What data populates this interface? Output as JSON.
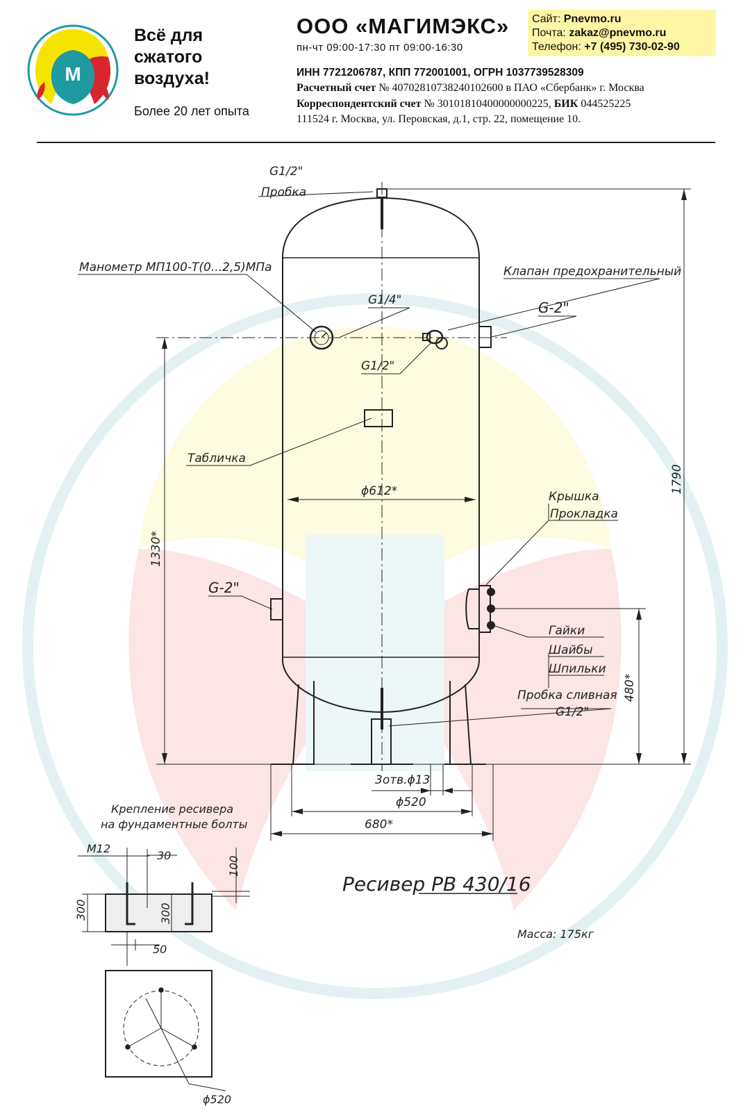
{
  "header": {
    "slogan_line1": "Всё для",
    "slogan_line2": "сжатого",
    "slogan_line3": "воздуха!",
    "experience": "Более 20 лет опыта",
    "company": "ООО «МАГИМЭКС»",
    "hours": "пн-чт 09:00-17:30 пт 09:00-16:30",
    "logo_letter": "М",
    "contact": {
      "site_label": "Сайт:",
      "site_value": "Pnevmo.ru",
      "mail_label": "Почта:",
      "mail_value": "zakaz@pnevmo.ru",
      "phone_label": "Телефон:",
      "phone_value": "+7 (495) 730-02-90"
    },
    "requisites": {
      "line1": "ИНН 7721206787, КПП 772001001, ОГРН 1037739528309",
      "account_label": "Расчетный счет",
      "account_value": "№ 40702810738240102600 в ПАО «Сбербанк» г. Москва",
      "corr_label": "Корреспондентский счет",
      "corr_value": "№ 30101810400000000225,",
      "bik_label": "БИК",
      "bik_value": "044525225",
      "address": "111524 г. Москва, ул. Перовская, д.1, стр. 22, помещение 10."
    }
  },
  "colors": {
    "logo_yellow": "#f5e400",
    "logo_red": "#d9262e",
    "logo_teal": "#1f9aa0",
    "contact_highlight": "#fdf6a6"
  },
  "drawing": {
    "labels": {
      "plug_top_thread": "G1/2\"",
      "plug_top": "Пробка",
      "manometer": "Манометр МП100-Т(0...2,5)МПа",
      "safety_valve": "Клапан предохранительный",
      "thread_g14": "G1/4\"",
      "thread_g2_right": "G-2\"",
      "thread_g12_valve": "G1/2\"",
      "plate": "Табличка",
      "diameter_612": "ϕ612*",
      "cover": "Крышка",
      "gasket": "Прокладка",
      "thread_g2_left": "G-2\"",
      "nuts": "Гайки",
      "washers": "Шайбы",
      "studs": "Шпильки",
      "drain_plug": "Пробка сливная",
      "drain_thread": "G1/2\"",
      "holes": "3отв.ϕ13",
      "diameter_520": "ϕ520",
      "width_680": "680*",
      "height_1790": "1790",
      "height_1330": "1330*",
      "height_480": "480*",
      "mount_title_1": "Крепление ресивера",
      "mount_title_2": "на фундаментные болты",
      "m12": "M12",
      "dim_30": "30",
      "dim_100": "100",
      "dim_300_outer": "300",
      "dim_300_inner": "300",
      "dim_50": "50",
      "dim_520_circle": "ϕ520",
      "title": "Ресивер РВ 430/16",
      "mass": "Масса: 175кг"
    }
  }
}
